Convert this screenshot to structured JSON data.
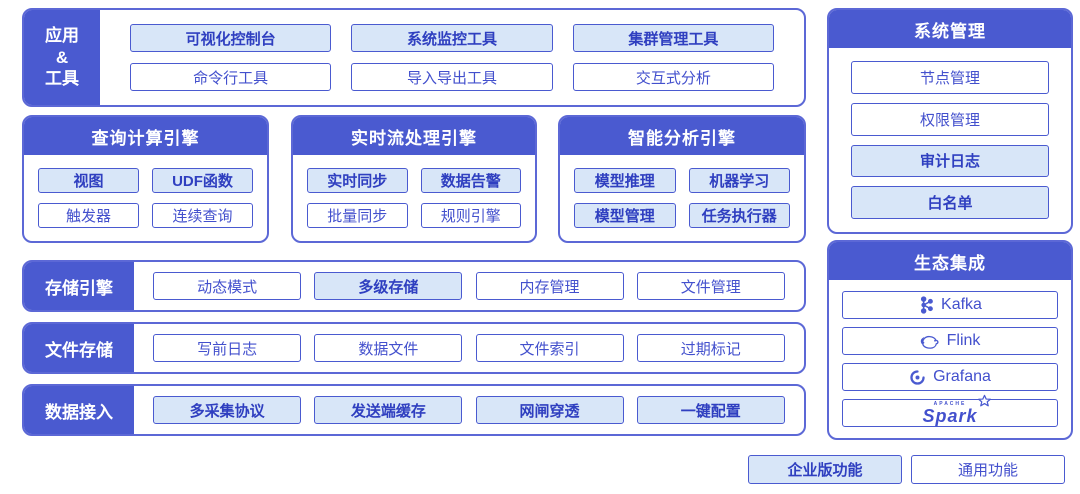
{
  "colors": {
    "primary_blue": "#4a5ad0",
    "outer_border_blue": "#5c68d6",
    "enterprise_fill": "#d8e6f8",
    "blue_text": "#4350cd",
    "background": "#ffffff"
  },
  "apps_tools": {
    "label_lines": [
      "应用",
      "&",
      "工具"
    ],
    "items": [
      {
        "label": "可视化控制台",
        "enterprise": true
      },
      {
        "label": "系统监控工具",
        "enterprise": true
      },
      {
        "label": "集群管理工具",
        "enterprise": true
      },
      {
        "label": "命令行工具",
        "enterprise": false
      },
      {
        "label": "导入导出工具",
        "enterprise": false
      },
      {
        "label": "交互式分析",
        "enterprise": false
      }
    ]
  },
  "engines": [
    {
      "title": "查询计算引擎",
      "items": [
        {
          "label": "视图",
          "enterprise": true
        },
        {
          "label": "UDF函数",
          "enterprise": true
        },
        {
          "label": "触发器",
          "enterprise": false
        },
        {
          "label": "连续查询",
          "enterprise": false
        }
      ]
    },
    {
      "title": "实时流处理引擎",
      "items": [
        {
          "label": "实时同步",
          "enterprise": true
        },
        {
          "label": "数据告警",
          "enterprise": true
        },
        {
          "label": "批量同步",
          "enterprise": false
        },
        {
          "label": "规则引擎",
          "enterprise": false
        }
      ]
    },
    {
      "title": "智能分析引擎",
      "items": [
        {
          "label": "模型推理",
          "enterprise": true
        },
        {
          "label": "机器学习",
          "enterprise": true
        },
        {
          "label": "模型管理",
          "enterprise": true
        },
        {
          "label": "任务执行器",
          "enterprise": true
        }
      ]
    }
  ],
  "layers": [
    {
      "label": "存储引擎",
      "items": [
        {
          "label": "动态模式",
          "enterprise": false
        },
        {
          "label": "多级存储",
          "enterprise": true
        },
        {
          "label": "内存管理",
          "enterprise": false
        },
        {
          "label": "文件管理",
          "enterprise": false
        }
      ]
    },
    {
      "label": "文件存储",
      "items": [
        {
          "label": "写前日志",
          "enterprise": false
        },
        {
          "label": "数据文件",
          "enterprise": false
        },
        {
          "label": "文件索引",
          "enterprise": false
        },
        {
          "label": "过期标记",
          "enterprise": false
        }
      ]
    },
    {
      "label": "数据接入",
      "items": [
        {
          "label": "多采集协议",
          "enterprise": true
        },
        {
          "label": "发送端缓存",
          "enterprise": true
        },
        {
          "label": "网闸穿透",
          "enterprise": true
        },
        {
          "label": "一键配置",
          "enterprise": true
        }
      ]
    }
  ],
  "system_management": {
    "title": "系统管理",
    "items": [
      {
        "label": "节点管理",
        "enterprise": false
      },
      {
        "label": "权限管理",
        "enterprise": false
      },
      {
        "label": "审计日志",
        "enterprise": true
      },
      {
        "label": "白名单",
        "enterprise": true
      }
    ]
  },
  "ecosystem": {
    "title": "生态集成",
    "items": [
      {
        "label": "Kafka",
        "icon": "kafka-logo"
      },
      {
        "label": "Flink",
        "icon": "flink-logo"
      },
      {
        "label": "Grafana",
        "icon": "grafana-logo"
      },
      {
        "label": "Spark",
        "sublabel": "APACHE",
        "icon": "spark-logo"
      }
    ]
  },
  "legend": {
    "enterprise_label": "企业版功能",
    "general_label": "通用功能"
  }
}
